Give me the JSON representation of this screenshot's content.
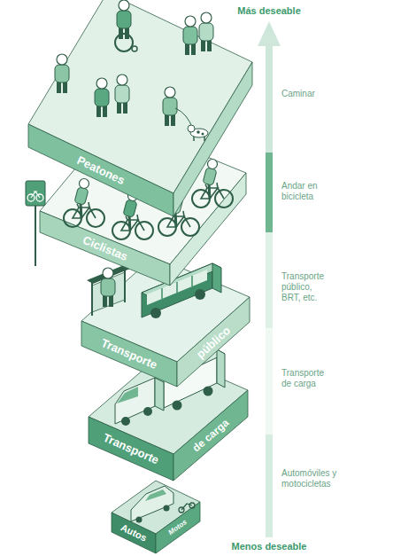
{
  "diagram": {
    "nodes": [
      {
        "text": [
          "Peatones"
        ]
      },
      {
        "text": [
          "Ciclistas"
        ]
      },
      {
        "text": [
          "Transporte",
          "público"
        ]
      },
      {
        "text": [
          "Transporte",
          "de carga"
        ]
      },
      {
        "text": [
          "Autos",
          "Motos"
        ]
      }
    ],
    "labels": [
      "Más deseable",
      "Caminar",
      "Andar en bicicleta",
      "Transporte público, BRT, etc.",
      "Transporte de carga",
      "Automóviles y motocicletas",
      "Menos deseable"
    ]
  }
}
